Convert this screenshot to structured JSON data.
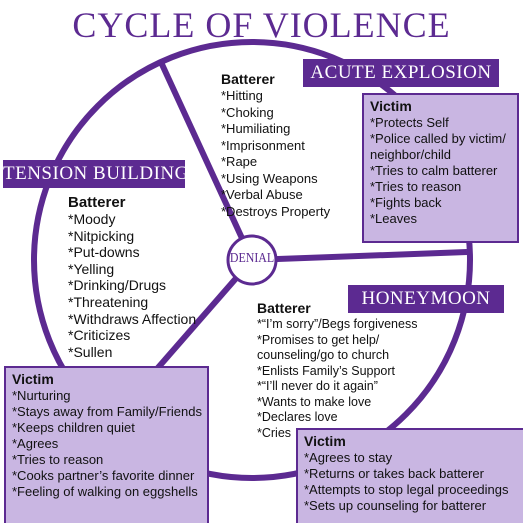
{
  "title": "CYCLE OF VIOLENCE",
  "center_label": "DENIAL",
  "colors": {
    "purple": "#5c2a91",
    "box_fill": "#c9b6e2"
  },
  "acute_explosion": {
    "banner": "ACUTE EXPLOSION",
    "batterer_heading": "Batterer",
    "batterer_items": [
      "*Hitting",
      "*Choking",
      "*Humiliating",
      "*Imprisonment",
      "*Rape",
      "*Using Weapons",
      "*Verbal Abuse",
      "*Destroys Property"
    ],
    "victim_heading": "Victim",
    "victim_items": [
      "*Protects Self",
      "*Police called by victim/",
      " neighbor/child",
      "*Tries to calm batterer",
      "*Tries to reason",
      "*Fights back",
      "*Leaves"
    ]
  },
  "tension_building": {
    "banner": "TENSION BUILDING",
    "batterer_heading": "Batterer",
    "batterer_items": [
      "*Moody",
      "*Nitpicking",
      "*Put-downs",
      "*Yelling",
      "*Drinking/Drugs",
      "*Threatening",
      "*Withdraws Affection",
      "*Criticizes",
      "*Sullen"
    ],
    "victim_heading": "Victim",
    "victim_items": [
      "*Nurturing",
      "*Stays away from Family/Friends",
      "*Keeps children quiet",
      "*Agrees",
      "*Tries to reason",
      "*Cooks partner’s favorite dinner",
      "*Feeling of walking on eggshells"
    ]
  },
  "honeymoon": {
    "banner": "HONEYMOON",
    "batterer_heading": "Batterer",
    "batterer_items": [
      "*“I’m sorry”/Begs forgiveness",
      "*Promises to get help/",
      " counseling/go to church",
      "*Enlists Family’s Support",
      "*“I’ll never do it again”",
      "*Wants to make love",
      "*Declares love",
      "*Cries"
    ],
    "victim_heading": "Victim",
    "victim_items": [
      "*Agrees to stay",
      "*Returns or takes back batterer",
      "*Attempts to stop legal proceedings",
      "*Sets up counseling for batterer"
    ]
  }
}
